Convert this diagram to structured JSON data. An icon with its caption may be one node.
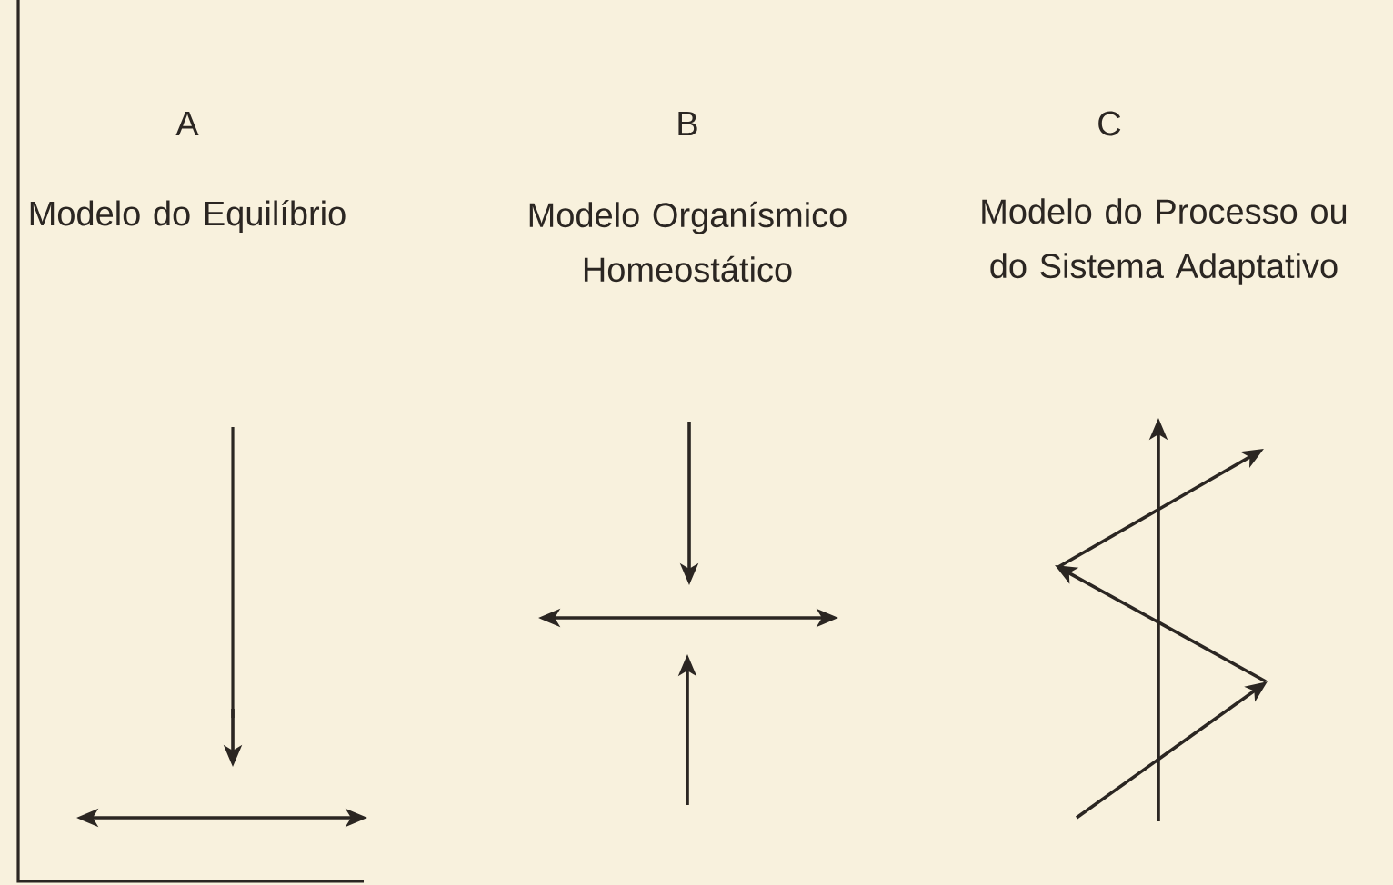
{
  "diagram": {
    "labels": [
      "A",
      "Modelo do Equilíbrio",
      "B",
      "Modelo Organísmico Homeostático",
      "C",
      "Modelo do Processo ou do Sistema Adaptativo"
    ]
  }
}
